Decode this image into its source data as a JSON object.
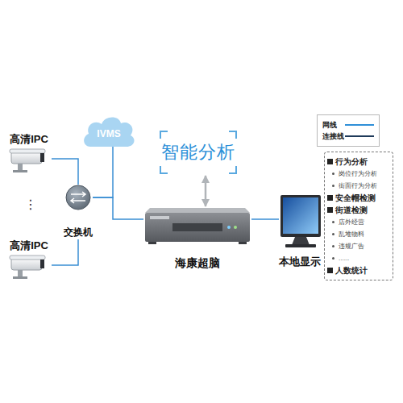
{
  "diagram": {
    "nodes": [
      {
        "text": [
          "高清IPC"
        ]
      },
      {
        "text": [
          "高清IPC"
        ]
      },
      {
        "text": [
          "IVMS"
        ]
      },
      {
        "text": [
          "交换机"
        ]
      },
      {
        "text": [
          "智能分析"
        ]
      },
      {
        "text": [
          "海康超脑"
        ]
      },
      {
        "text": [
          "本地显示"
        ]
      },
      {
        "text": [
          "行为分析",
          "岗位行为分析",
          "街面行为分析",
          "安全帽检测",
          "街道检测",
          "店外经营",
          "乱堆物料",
          "违规广告",
          "......",
          "人数统计"
        ]
      }
    ],
    "edges": [
      {
        "from": 0,
        "to": 3,
        "arrow": "none"
      },
      {
        "from": 1,
        "to": 3,
        "arrow": "none"
      },
      {
        "from": 3,
        "to": 2,
        "arrow": "none"
      },
      {
        "from": 3,
        "to": 5,
        "arrow": "none"
      },
      {
        "from": 4,
        "to": 5,
        "arrow": "both"
      },
      {
        "from": 5,
        "to": 6,
        "arrow": "none"
      }
    ],
    "labels": [
      "⋮"
    ],
    "legend": [
      {
        "text": "网线"
      },
      {
        "text": "连接线"
      }
    ]
  }
}
